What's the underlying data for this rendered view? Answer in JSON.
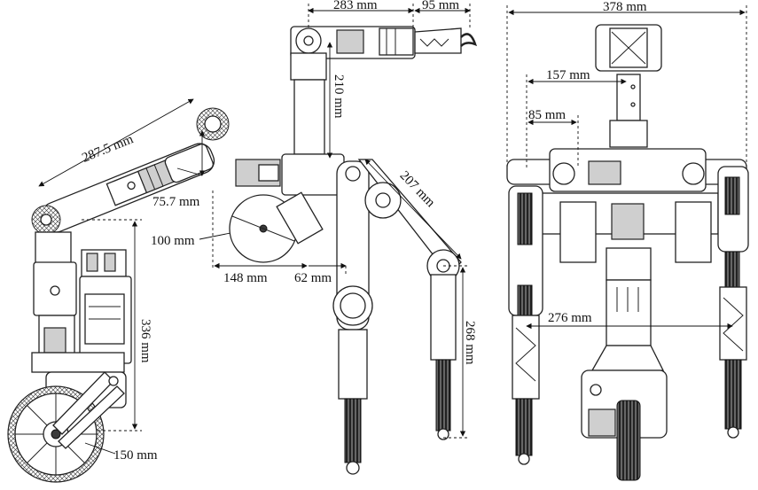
{
  "dimensions": {
    "side_view": {
      "upper_arm_length": "287.5 mm",
      "offset": "75.7 mm",
      "disc_diameter": "100 mm",
      "body_height": "336 mm",
      "wheel_diameter": "150 mm"
    },
    "front_view": {
      "arm_reach": "283 mm",
      "gripper_length": "95 mm",
      "forearm_length": "210 mm",
      "leg_link": "207 mm",
      "base_width": "148 mm",
      "hip_offset": "62 mm",
      "leg_height": "268 mm"
    },
    "rear_view": {
      "overall_width": "378 mm",
      "half_width": "157 mm",
      "inner_offset": "85 mm",
      "track_width": "276 mm"
    }
  }
}
